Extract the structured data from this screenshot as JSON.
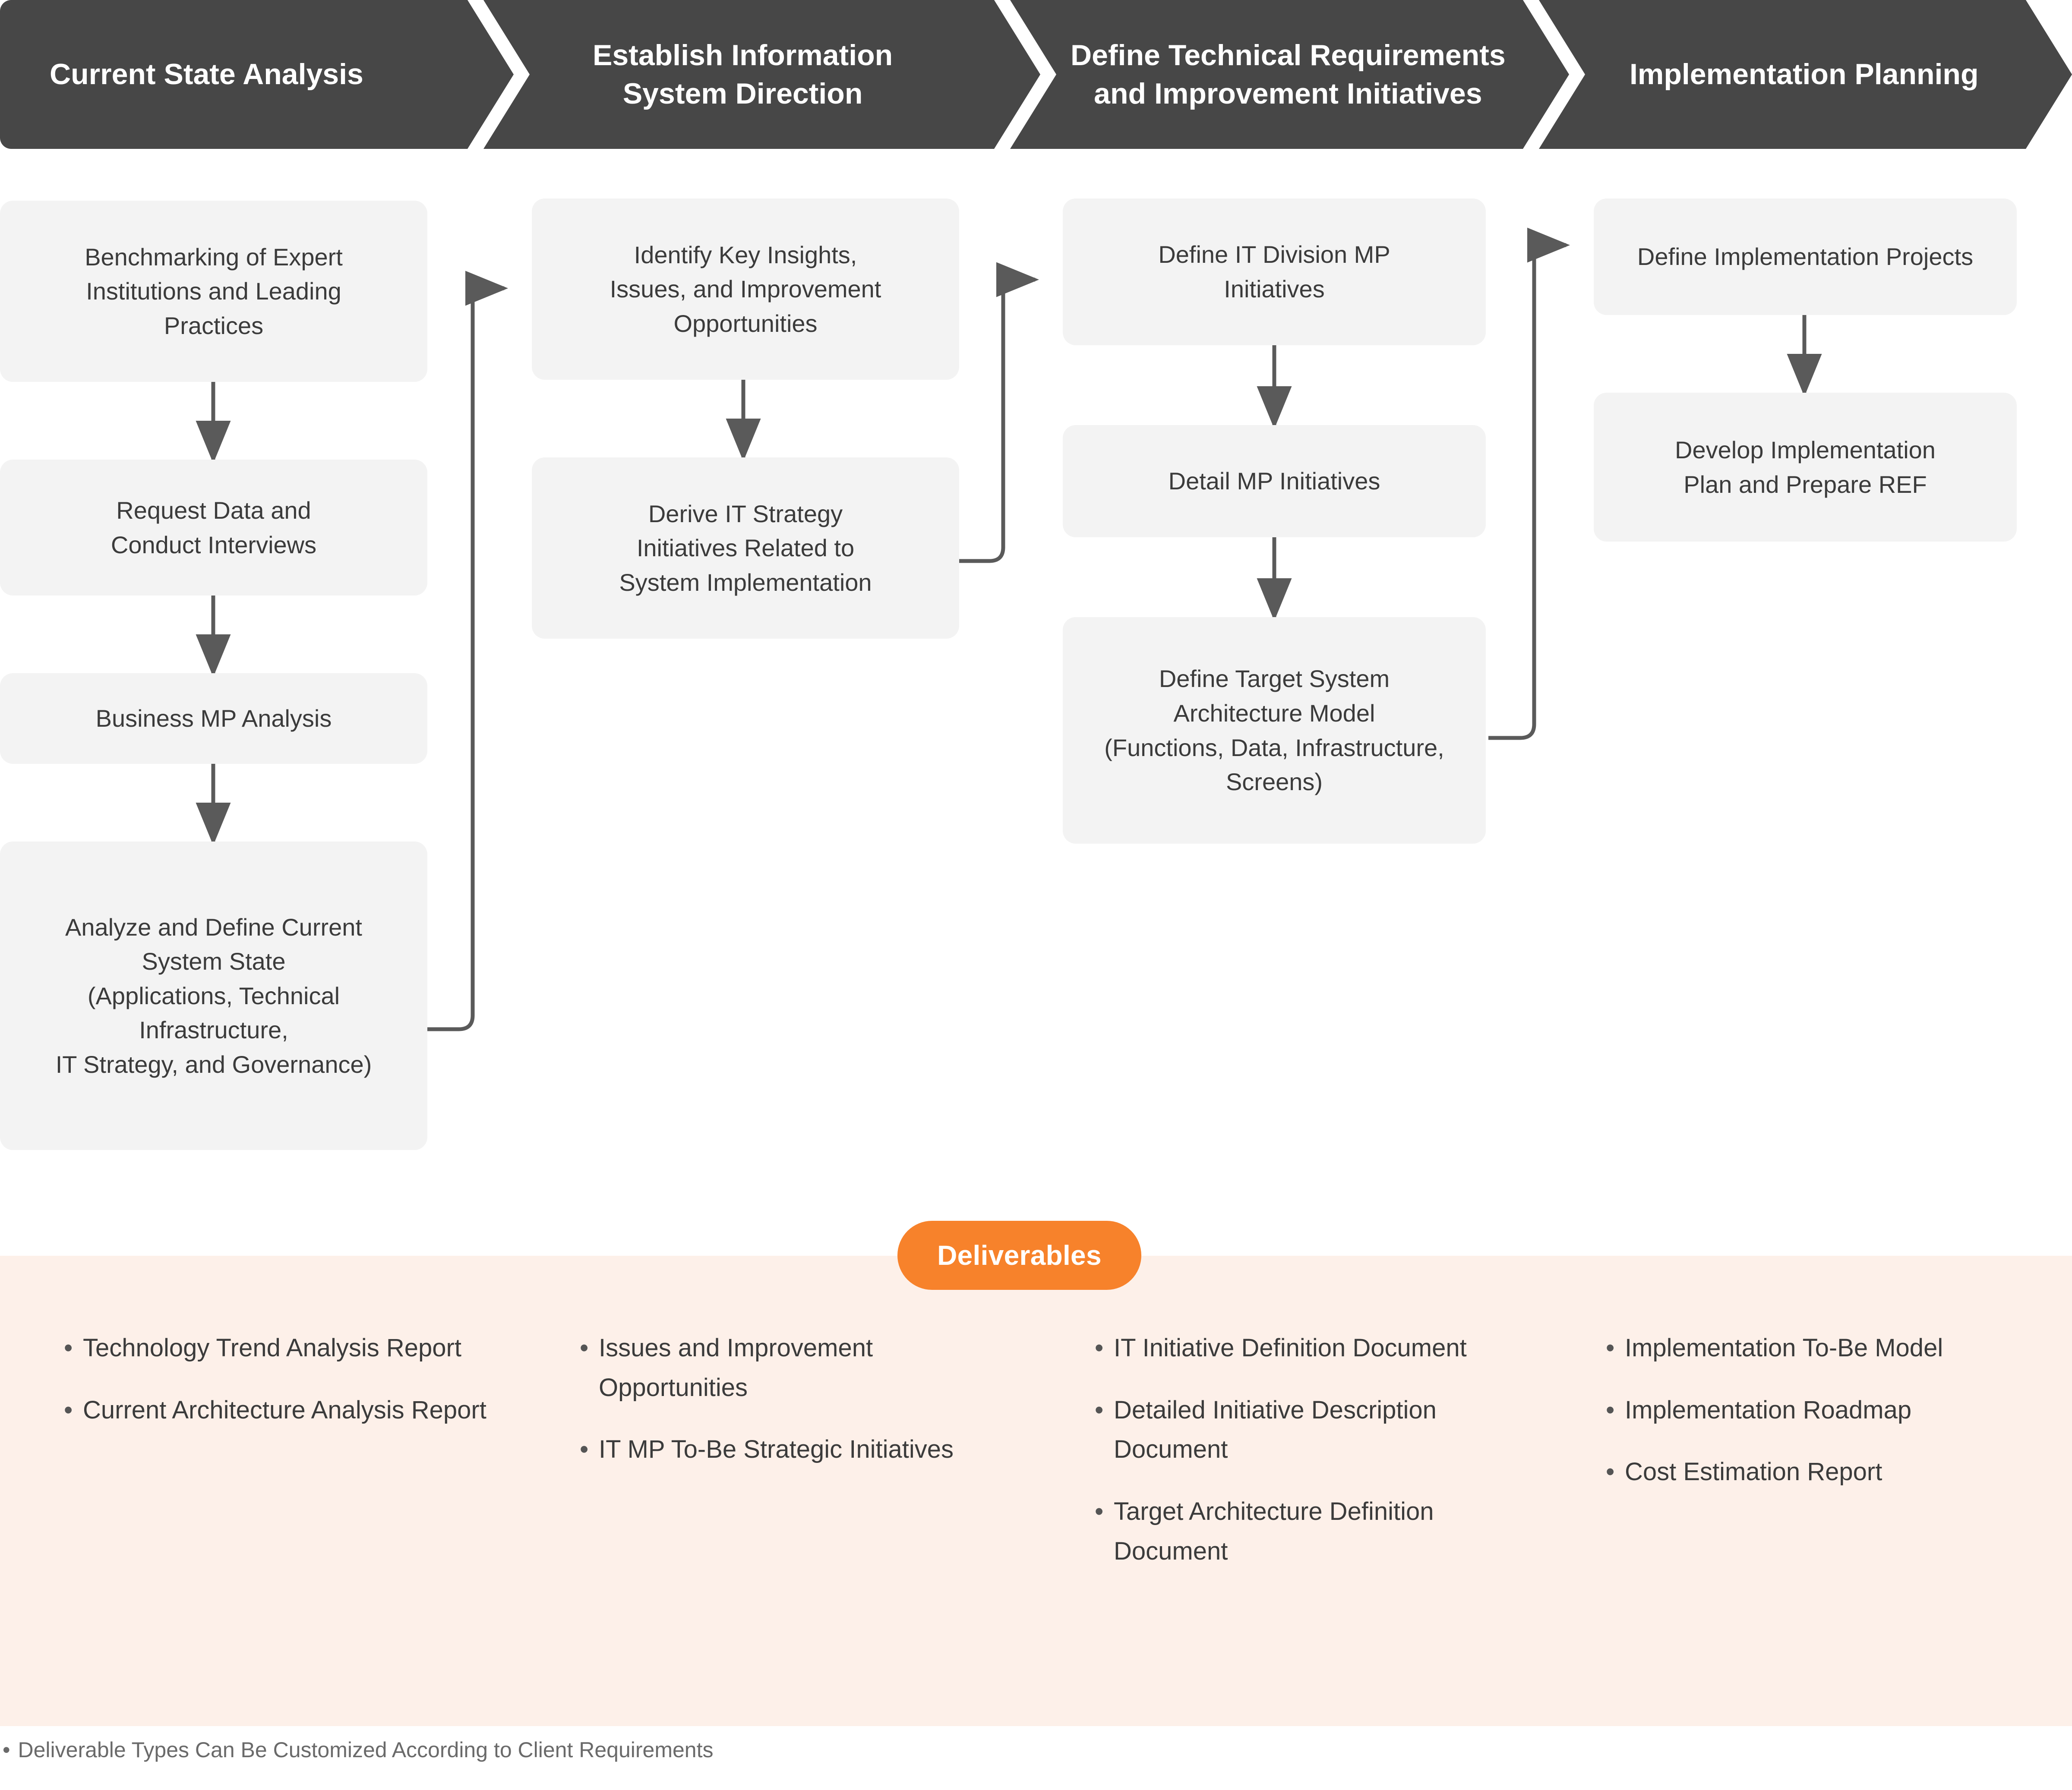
{
  "phases": [
    {
      "label": "Current State Analysis"
    },
    {
      "label": "Establish Information\nSystem Direction"
    },
    {
      "label": "Define Technical Requirements\nand Improvement Initiatives"
    },
    {
      "label": "Implementation Planning"
    }
  ],
  "flow": {
    "col1": [
      {
        "label": "Benchmarking of Expert\nInstitutions and Leading\nPractices"
      },
      {
        "label": "Request Data and\nConduct Interviews"
      },
      {
        "label": "Business MP Analysis"
      },
      {
        "label": "Analyze and Define Current\nSystem State\n(Applications, Technical\nInfrastructure,\nIT Strategy, and Governance)"
      }
    ],
    "col2": [
      {
        "label": "Identify Key Insights,\nIssues, and Improvement\nOpportunities"
      },
      {
        "label": "Derive IT Strategy\nInitiatives Related to\nSystem Implementation"
      }
    ],
    "col3": [
      {
        "label": "Define IT Division MP\nInitiatives"
      },
      {
        "label": "Detail MP Initiatives"
      },
      {
        "label": "Define Target System\nArchitecture Model\n(Functions, Data, Infrastructure,\nScreens)"
      }
    ],
    "col4": [
      {
        "label": "Define Implementation Projects"
      },
      {
        "label": "Develop Implementation\nPlan and Prepare REF"
      }
    ]
  },
  "deliverables": {
    "badge_label": "Deliverables",
    "bullet_glyph": "•",
    "columns": [
      {
        "items": [
          "Technology Trend Analysis Report",
          "Current Architecture Analysis Report"
        ]
      },
      {
        "items": [
          "Issues and Improvement Opportunities",
          "IT MP To-Be Strategic Initiatives"
        ]
      },
      {
        "items": [
          "IT Initiative Definition Document",
          "Detailed Initiative Description Document",
          "Target Architecture Definition Document"
        ]
      },
      {
        "items": [
          "Implementation To-Be Model",
          "Implementation Roadmap",
          "Cost Estimation Report"
        ]
      }
    ]
  },
  "footnote": {
    "bullet_glyph": "•",
    "text": "Deliverable Types Can Be Customized According to Client Requirements"
  },
  "colors": {
    "header_bg": "#474747",
    "header_text": "#ffffff",
    "box_bg": "#f3f3f3",
    "box_text": "#3b3b3b",
    "connector": "#5a5a5a",
    "panel_bg": "#fdf0e9",
    "badge_bg": "#f7822b",
    "badge_text": "#ffffff",
    "footnote_text": "#6a6a6a"
  }
}
